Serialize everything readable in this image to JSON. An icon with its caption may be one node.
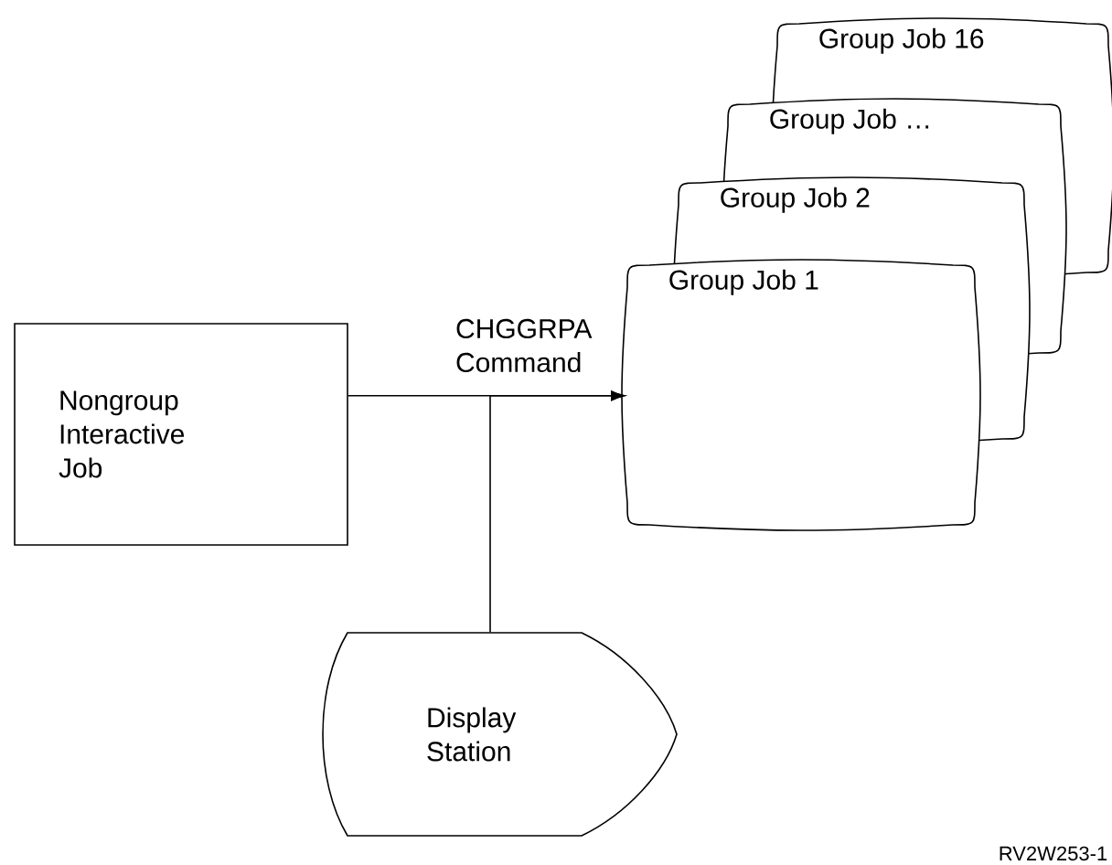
{
  "diagram": {
    "nodes": [
      {
        "text": [
          "Nongroup Interactive Job"
        ]
      },
      {
        "text": [
          "Group Job 16"
        ]
      },
      {
        "text": [
          "Group Job …"
        ]
      },
      {
        "text": [
          "Group Job 2"
        ]
      },
      {
        "text": [
          "Group Job 1"
        ]
      },
      {
        "text": [
          "Display Station"
        ]
      }
    ],
    "edges": [
      {
        "from": 0,
        "to": 4,
        "arrow": "to",
        "label": "CHGGRPA Command"
      },
      {
        "from": 5,
        "to": 4,
        "arrow": "to"
      }
    ],
    "labels": [
      "RV2W253-1"
    ]
  }
}
